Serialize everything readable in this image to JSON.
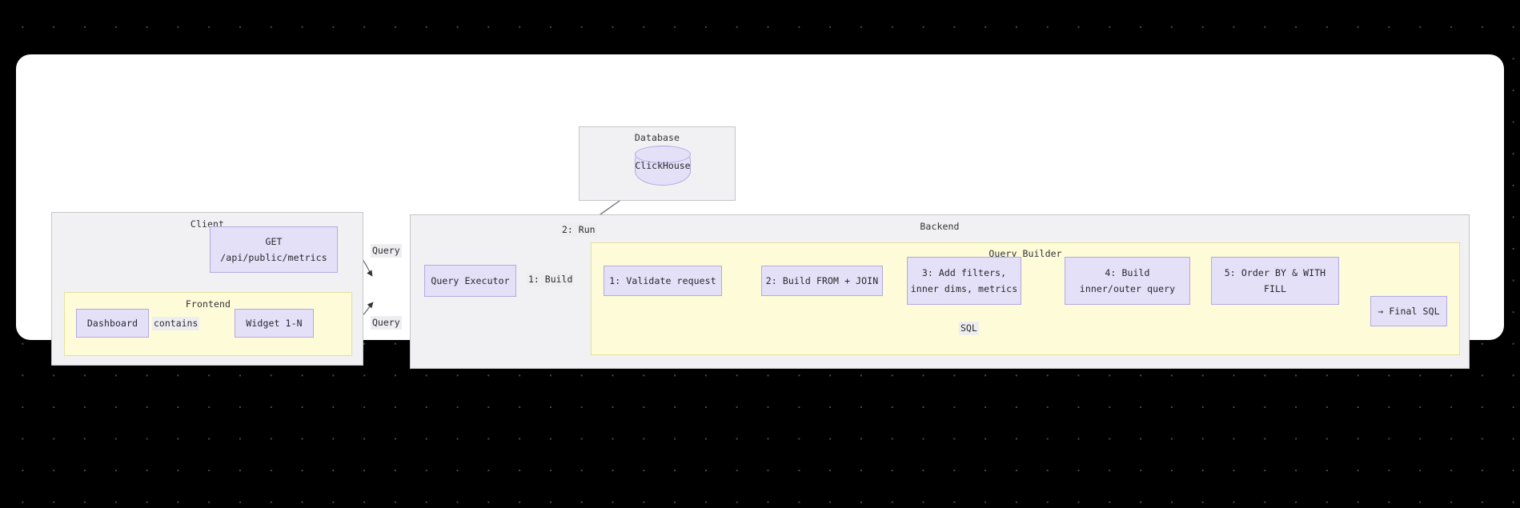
{
  "canvas": {
    "background": "#000000",
    "dot_color": "#4a4a4a",
    "frame_gradient_start": "#5b5ba5",
    "frame_gradient_mid": "#ef2f5c",
    "frame_gradient_end": "#f2544f",
    "surface": "#ffffff"
  },
  "clusters": {
    "client": {
      "label": "Client",
      "fill": "#f1f1f3",
      "stroke": "#c6c6c8"
    },
    "frontend": {
      "label": "Frontend",
      "fill": "#fdfbd8",
      "stroke": "#e3e09c"
    },
    "database": {
      "label": "Database",
      "fill": "#f1f1f3",
      "stroke": "#c6c6c8"
    },
    "backend": {
      "label": "Backend",
      "fill": "#f1f1f3",
      "stroke": "#c6c6c8"
    },
    "query_builder": {
      "label": "Query Builder",
      "fill": "#fdfbd8",
      "stroke": "#e3e09c"
    }
  },
  "nodes": {
    "api_endpoint": {
      "line1": "GET",
      "line2": "/api/public/metrics"
    },
    "dashboard": {
      "label": "Dashboard"
    },
    "widget": {
      "label": "Widget 1-N"
    },
    "clickhouse": {
      "label": "ClickHouse"
    },
    "query_executor": {
      "label": "Query Executor"
    },
    "step1": {
      "line1": "1: Validate request"
    },
    "step2": {
      "line1": "2: Build FROM + JOIN"
    },
    "step3": {
      "line1": "3: Add filters,",
      "line2": "inner dims, metrics"
    },
    "step4": {
      "line1": "4: Build",
      "line2": "inner/outer query"
    },
    "step5": {
      "line1": "5: Order BY & WITH",
      "line2": "FILL"
    },
    "final_sql": {
      "label": "→ Final SQL"
    }
  },
  "edge_labels": {
    "contains": "contains",
    "query_top": "Query",
    "query_bottom": "Query",
    "run": "2: Run",
    "build": "1: Build",
    "sql": "SQL"
  },
  "node_style": {
    "fill": "#e4e0f7",
    "stroke": "#b3aae0",
    "text": "#27272c"
  },
  "edge_style": {
    "stroke": "#6b6b73",
    "label_bg": "#eeeef1"
  }
}
